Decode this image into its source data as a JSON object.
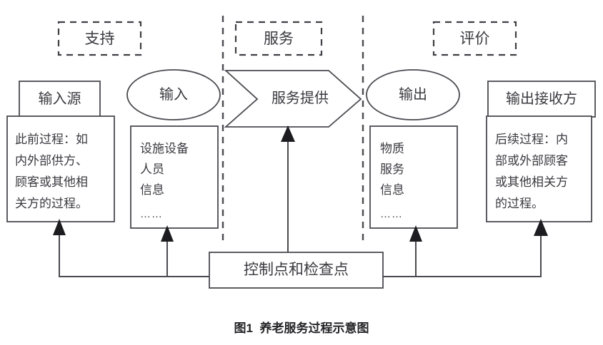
{
  "figure": {
    "caption": "图1  养老服务过程示意图"
  },
  "bands": [
    {
      "name": "support",
      "label": "支持"
    },
    {
      "name": "service",
      "label": "服务"
    },
    {
      "name": "evaluation",
      "label": "评价"
    }
  ],
  "nodes": {
    "input_source": {
      "header": "输入源",
      "lines": [
        "此前过程：如",
        "内外部供方、",
        "顾客或其他相",
        "关方的过程。"
      ]
    },
    "input": {
      "header": "输入",
      "lines": [
        "设施设备",
        "人员",
        "信息",
        "……"
      ]
    },
    "service_provision": {
      "label": "服务提供"
    },
    "output": {
      "header": "输出",
      "lines": [
        "物质",
        "服务",
        "信息",
        "……"
      ]
    },
    "output_receiver": {
      "header": "输出接收方",
      "lines": [
        "后续过程：内",
        "部或外部顾客",
        "或其他相关方",
        "的过程。"
      ]
    },
    "control": {
      "label": "控制点和检查点"
    }
  },
  "colors": {
    "line": "#4a4a50",
    "dash": "#3f3f45",
    "text": "#3a3a40",
    "arrow": "#1d1d21",
    "background": "#ffffff"
  }
}
